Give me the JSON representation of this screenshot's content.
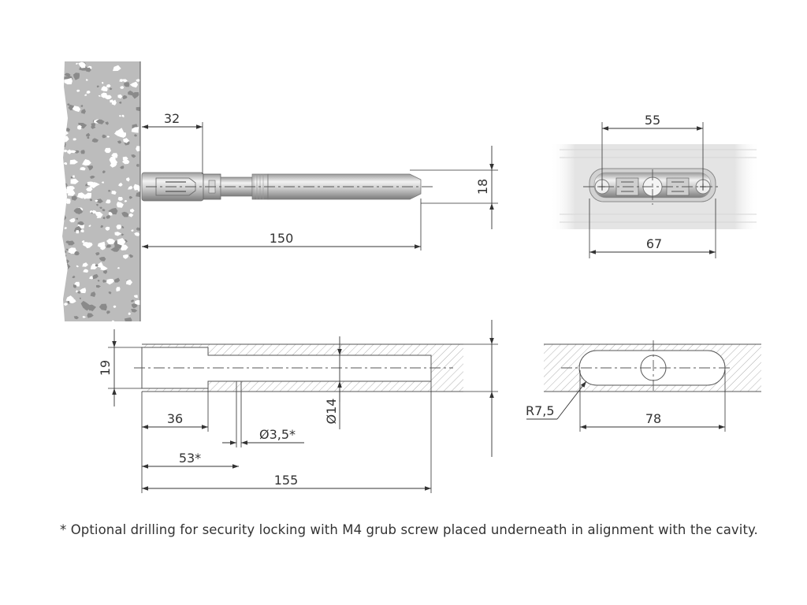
{
  "dimensions": {
    "embed_depth": "32",
    "length_total": "150",
    "diameter_18": "18",
    "spacing_55": "55",
    "width_67": "67",
    "hole_19": "19",
    "depth_36": "36",
    "drill_53": "53*",
    "length_155": "155",
    "bore_14": "Ø14",
    "drill_35": "Ø3,5*",
    "radius_75": "R7,5",
    "slot_78": "78"
  },
  "footnote": "* Optional drilling for security locking with M4 grub screw placed underneath in alignment with the cavity.",
  "colors": {
    "line": "#333333",
    "wall": "#bdbdbd",
    "hatch": "#8c8c8c",
    "metal_light": "#e6e6e6",
    "metal_dark": "#8a8a8a"
  }
}
